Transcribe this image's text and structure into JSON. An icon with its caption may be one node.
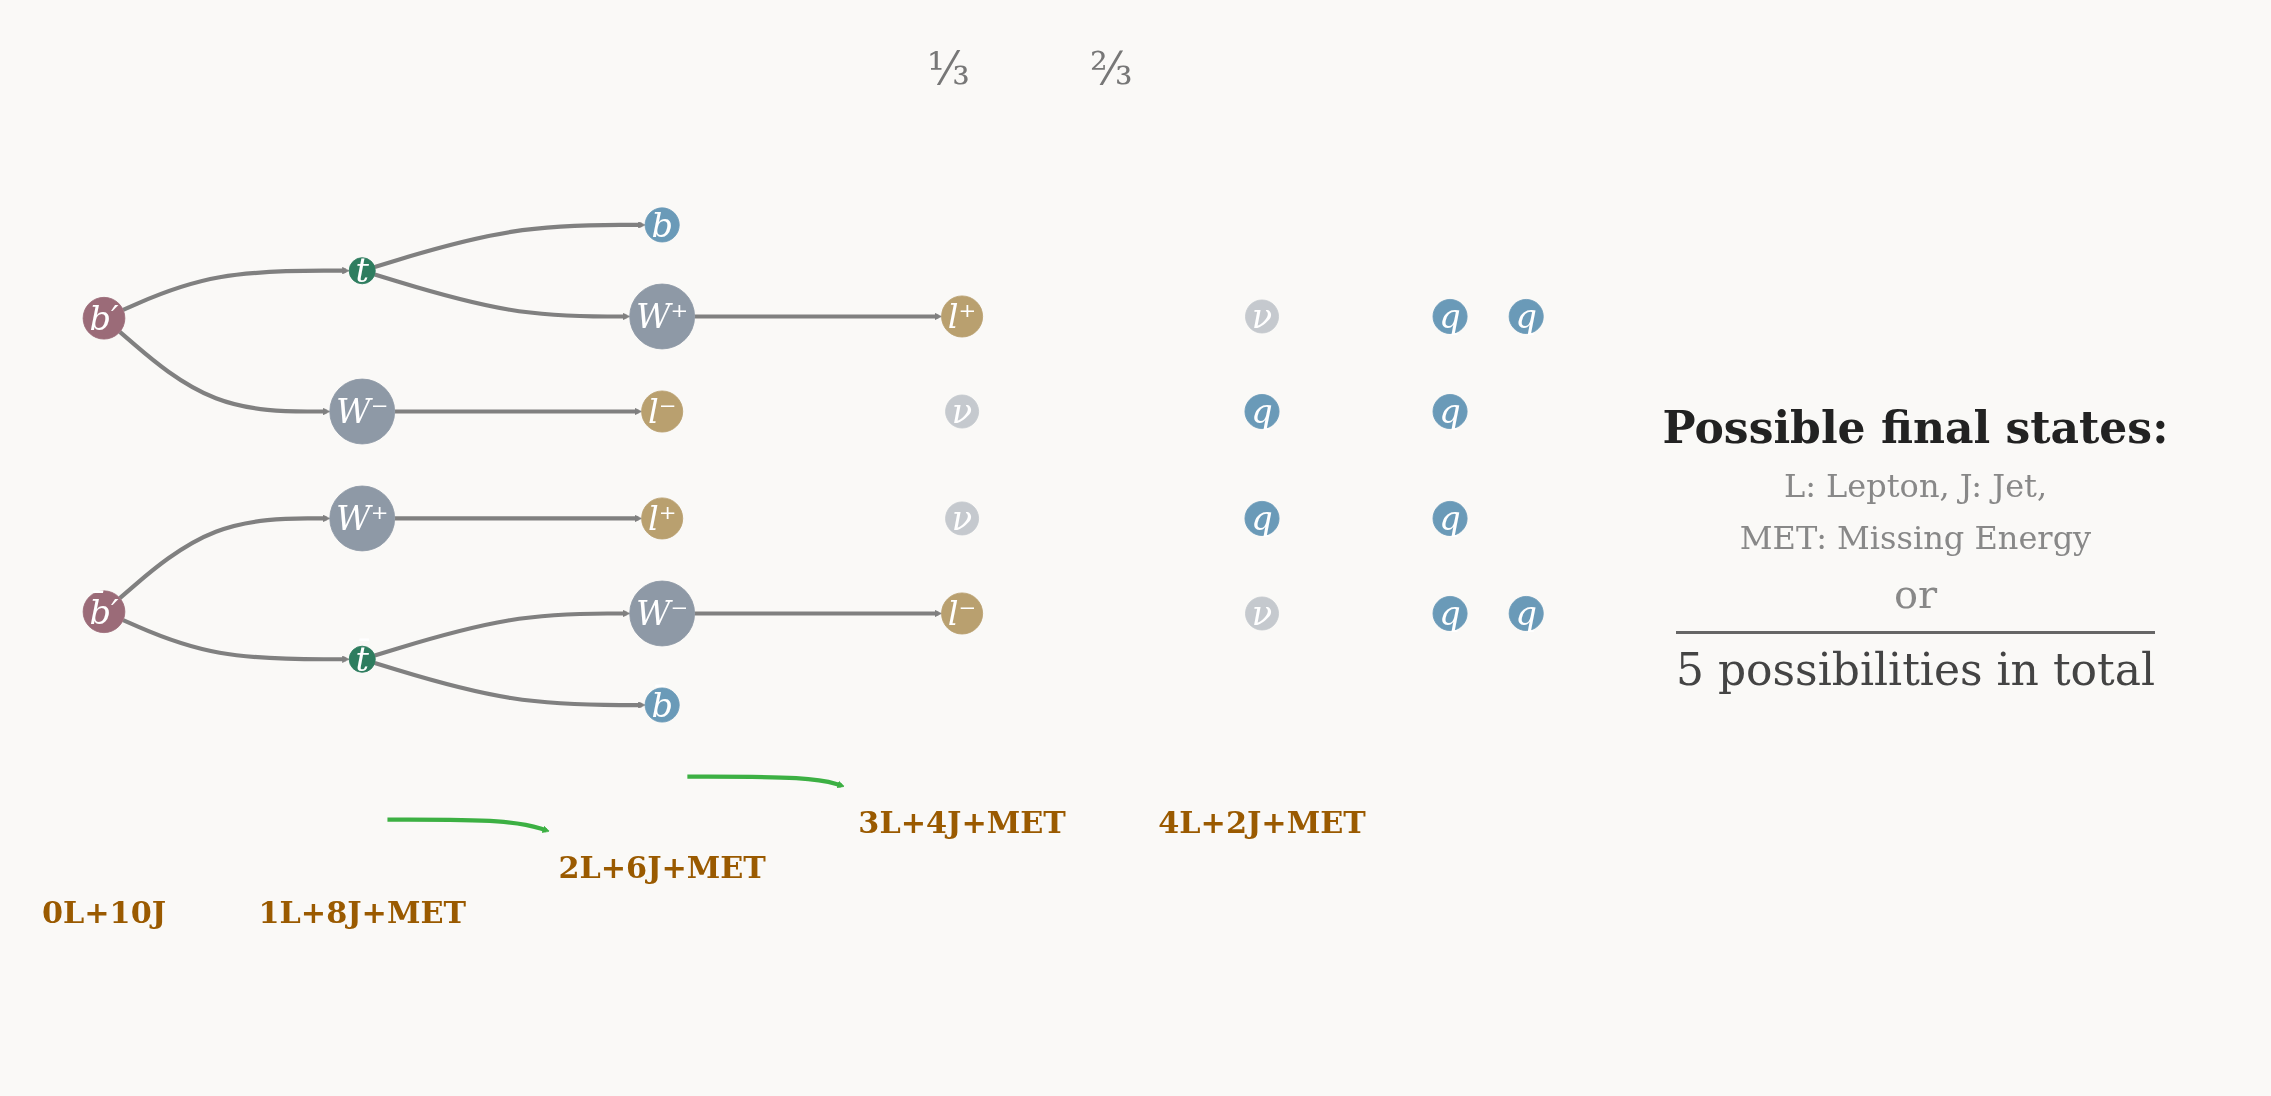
{
  "diagram": {
    "nodes": [
      {
        "text": [
          "b"
        ]
      },
      {
        "text": [
          "b′"
        ]
      },
      {
        "text": [
          "t"
        ]
      },
      {
        "text": [
          "W⁺"
        ]
      },
      {
        "text": [
          "l⁺"
        ]
      },
      {
        "text": [
          "ν"
        ]
      },
      {
        "text": [
          "q"
        ]
      },
      {
        "text": [
          "q"
        ]
      },
      {
        "text": [
          "W⁻"
        ]
      },
      {
        "text": [
          "l⁻"
        ]
      },
      {
        "text": [
          "ν"
        ]
      },
      {
        "text": [
          "q"
        ]
      },
      {
        "text": [
          "q"
        ]
      },
      {
        "text": [
          "W⁺"
        ]
      },
      {
        "text": [
          "l⁺"
        ]
      },
      {
        "text": [
          "ν"
        ]
      },
      {
        "text": [
          "q"
        ]
      },
      {
        "text": [
          "q"
        ]
      },
      {
        "text": [
          "b̄′"
        ]
      },
      {
        "text": [
          "t̄"
        ]
      },
      {
        "text": [
          "W⁻"
        ]
      },
      {
        "text": [
          "l⁻"
        ]
      },
      {
        "text": [
          "ν"
        ]
      },
      {
        "text": [
          "q"
        ]
      },
      {
        "text": [
          "q"
        ]
      },
      {
        "text": [
          "b̄"
        ]
      },
      {
        "text": [
          "0L+10J"
        ]
      },
      {
        "text": [
          "1L+8J+MET"
        ]
      },
      {
        "text": [
          "2L+6J+MET"
        ]
      },
      {
        "text": [
          "3L+4J+MET"
        ]
      },
      {
        "text": [
          "4L+2J+MET"
        ]
      }
    ],
    "edges": [
      {
        "from": 1,
        "to": 2,
        "arrow": "to"
      },
      {
        "from": 2,
        "to": 0,
        "arrow": "to"
      },
      {
        "from": 2,
        "to": 3,
        "arrow": "to"
      },
      {
        "from": 1,
        "to": 8,
        "arrow": "to"
      },
      {
        "from": 3,
        "to": 4,
        "arrow": "to"
      },
      {
        "from": 8,
        "to": 9,
        "arrow": "to"
      },
      {
        "from": 18,
        "to": 13,
        "arrow": "to"
      },
      {
        "from": 18,
        "to": 19,
        "arrow": "to"
      },
      {
        "from": 19,
        "to": 20,
        "arrow": "to"
      },
      {
        "from": 19,
        "to": 25,
        "arrow": "to"
      },
      {
        "from": 13,
        "to": 14,
        "arrow": "to"
      },
      {
        "from": 20,
        "to": 21,
        "arrow": "to"
      },
      {
        "from": null,
        "to": 28,
        "arrow": "to",
        "color": "#3cb043"
      },
      {
        "from": null,
        "to": 29,
        "arrow": "to",
        "color": "#3cb043"
      }
    ],
    "labels": [
      "⅓",
      "⅔",
      "Possible final states:",
      "L: Lepton, J: Jet,",
      "MET: Missing Energy",
      "or",
      "5 possibilities in total"
    ]
  }
}
